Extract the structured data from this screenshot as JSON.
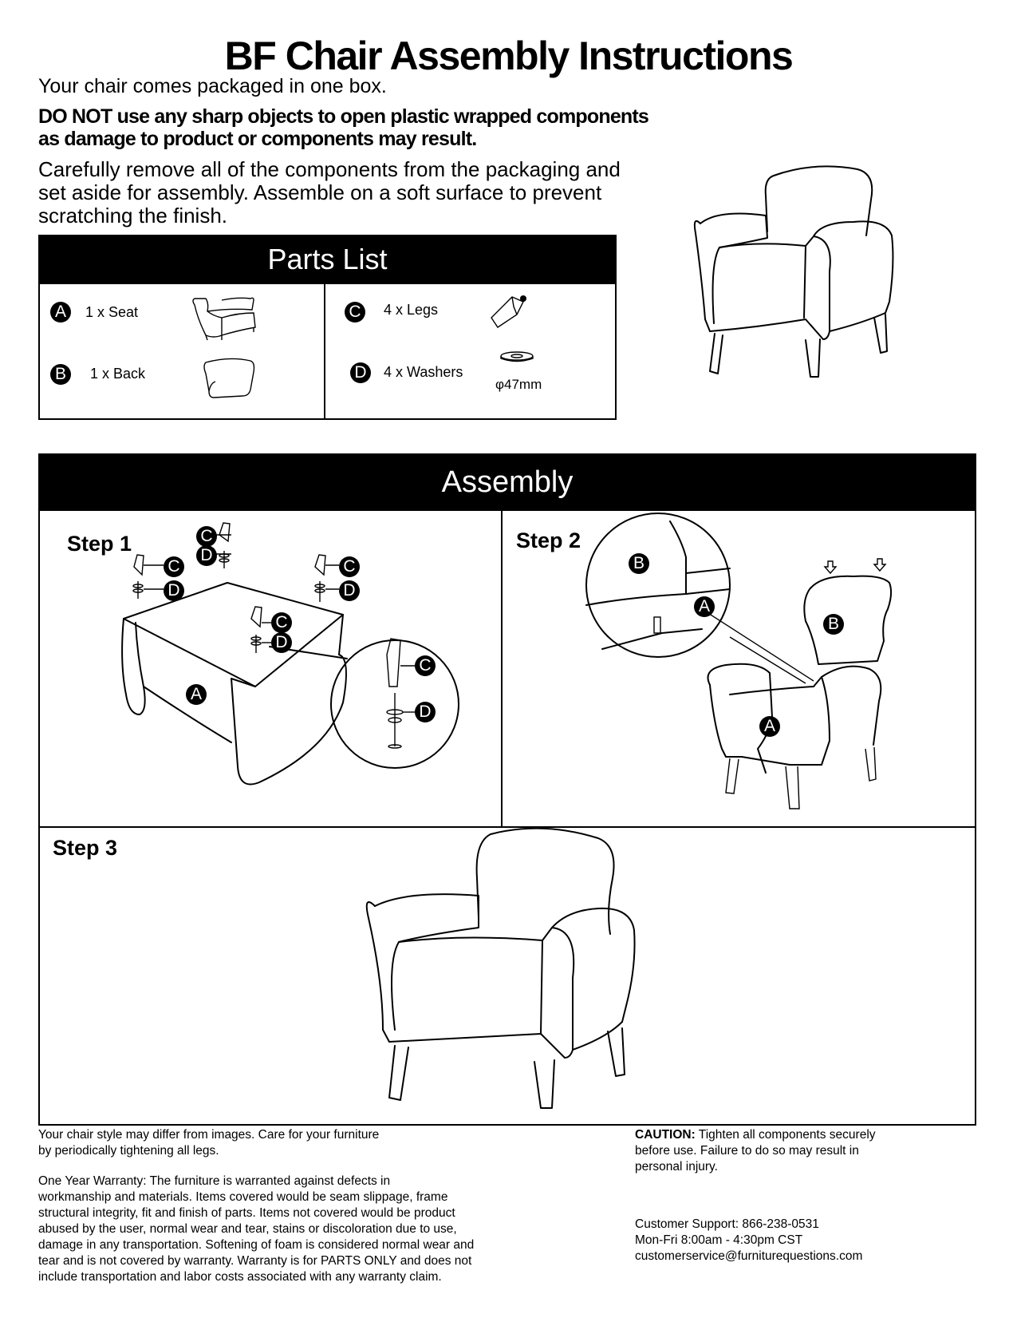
{
  "title": "BF Chair Assembly Instructions",
  "intro_line1": "Your chair  comes packaged in one box.",
  "warning": [
    "DO NOT use any sharp objects to open plastic wrapped components",
    "as damage to product or components may result."
  ],
  "intro_line2": [
    "Carefully remove all of the components from the packaging and",
    "set aside for assembly. Assemble on a soft surface to prevent",
    "scratching the finish."
  ],
  "parts_list": {
    "header": "Parts List",
    "items": [
      {
        "letter": "A",
        "label": "1 x Seat",
        "icon": "seat-icon"
      },
      {
        "letter": "B",
        "label": "1 x Back",
        "icon": "back-cushion-icon"
      },
      {
        "letter": "C",
        "label": "4 x Legs",
        "icon": "leg-icon"
      },
      {
        "letter": "D",
        "label": "4 x Washers",
        "icon": "washer-icon",
        "note": "φ47mm"
      }
    ]
  },
  "assembly": {
    "header": "Assembly",
    "step1": {
      "label": "Step 1",
      "labels": [
        "C",
        "D",
        "C",
        "D",
        "C",
        "D",
        "C",
        "D",
        "A",
        "C",
        "D"
      ]
    },
    "step2": {
      "label": "Step 2",
      "labels": [
        "B",
        "A",
        "B",
        "A"
      ]
    },
    "step3": {
      "label": "Step 3"
    }
  },
  "footer": {
    "note": [
      "Your chair style may differ from images. Care for your furniture",
      "by periodically tightening all legs."
    ],
    "warranty": [
      "One Year Warranty: The furniture is warranted against defects in",
      "workmanship and materials. Items covered would be seam slippage, frame",
      "structural integrity, fit and finish of parts. Items not covered would be product",
      "abused by the user, normal wear and tear, stains or discoloration due to use,",
      "damage in any transportation. Softening of foam is considered normal wear and",
      "tear and is not covered by warranty. Warranty is for PARTS ONLY and does not",
      "include transportation and labor costs associated with any warranty claim."
    ],
    "caution_label": "CAUTION:",
    "caution_text": [
      " Tighten all components securely",
      "before use. Failure to do so may result in",
      "personal injury."
    ],
    "support": [
      "Customer Support: 866-238-0531",
      "Mon-Fri 8:00am - 4:30pm CST",
      "customerservice@furniturequestions.com"
    ]
  }
}
